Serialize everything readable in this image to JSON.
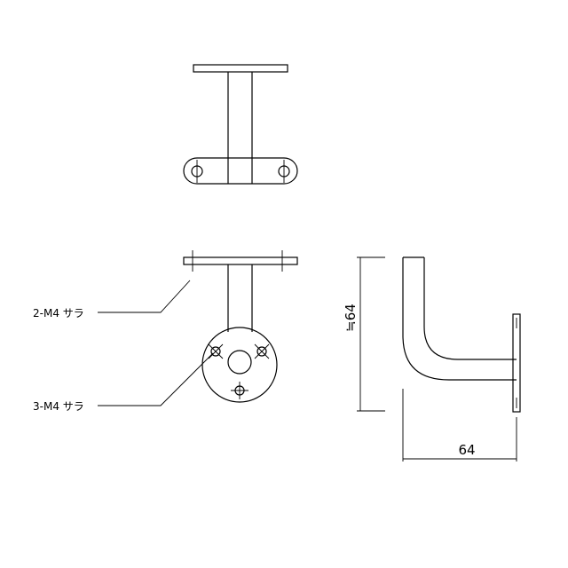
{
  "labels": {
    "top_tapped": "2-M4 サラ",
    "bottom_tapped": "3-M4 サラ"
  },
  "dimensions": {
    "height": "≒64",
    "width": "64"
  }
}
